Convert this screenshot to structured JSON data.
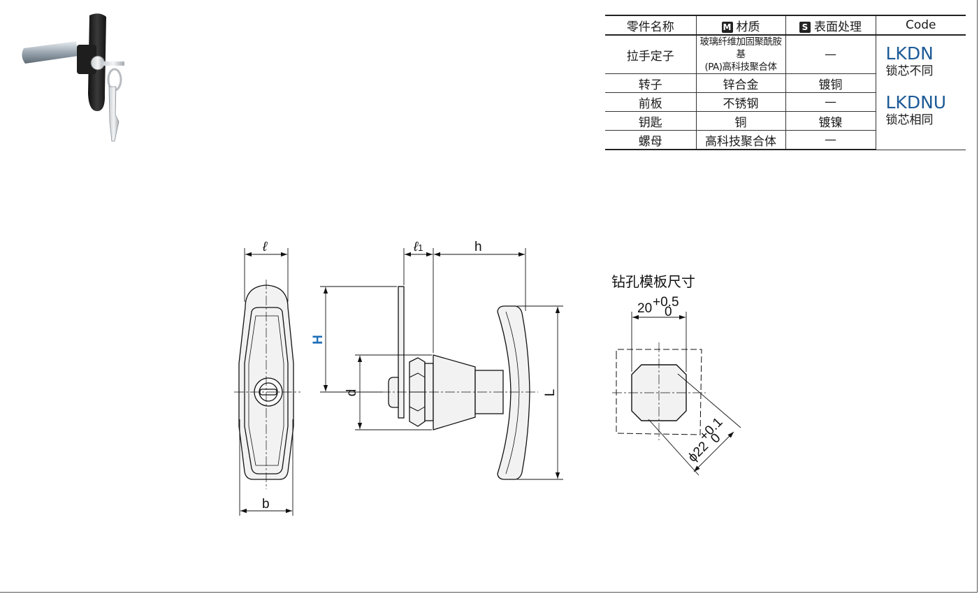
{
  "table": {
    "headers": {
      "part_name": "零件名称",
      "material_badge": "M",
      "material": "材质",
      "surface_badge": "S",
      "surface": "表面处理",
      "code": "Code"
    },
    "rows": [
      {
        "part": "拉手定子",
        "material_line1": "玻璃纤维加固聚酰胺基",
        "material_line2": "(PA)高科技聚合体",
        "surface": "—"
      },
      {
        "part": "转子",
        "material": "锌合金",
        "surface": "镀铜"
      },
      {
        "part": "前板",
        "material": "不锈钢",
        "surface": "—"
      },
      {
        "part": "钥匙",
        "material": "铜",
        "surface": "镀镍"
      },
      {
        "part": "螺母",
        "material": "高科技聚合体",
        "surface": "—"
      }
    ],
    "codes": [
      {
        "code": "LKDN",
        "description": "锁芯不同"
      },
      {
        "code": "LKDNU",
        "description": "锁芯相同"
      }
    ]
  },
  "drawing": {
    "front_dims": {
      "l": "ℓ",
      "b": "b"
    },
    "side_dims": {
      "l1_main": "ℓ",
      "l1_sub": "1",
      "h": "h",
      "H": "H",
      "d": "d",
      "L": "L"
    },
    "template": {
      "title": "钻孔模板尺寸",
      "width_nominal": "20",
      "width_tol_upper": "+0.5",
      "width_tol_lower": "0",
      "dia_nominal": "ϕ22",
      "dia_tol_upper": "+0.1",
      "dia_tol_lower": "0"
    },
    "colors": {
      "accent": "#1d6fb8",
      "code_text": "#1d5a96",
      "line": "#111111",
      "fill": "#f2f2f2"
    }
  }
}
